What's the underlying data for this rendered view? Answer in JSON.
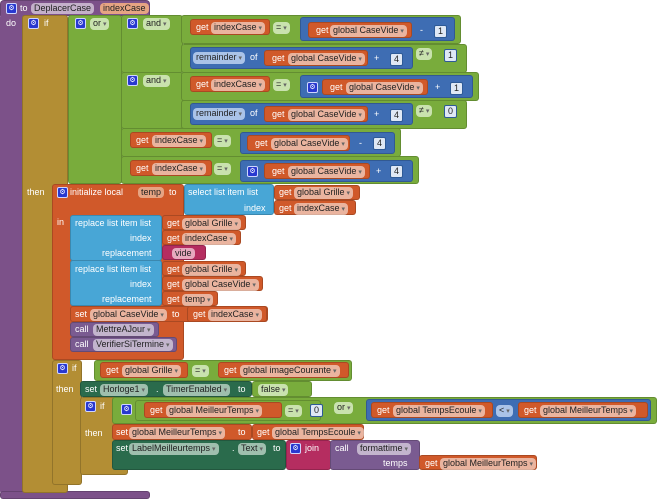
{
  "procedure": {
    "to_label": "to",
    "name": "DeplacerCase",
    "param": "indexCase",
    "do_label": "do"
  },
  "labels": {
    "if": "if",
    "then": "then",
    "or": "or",
    "and": "and",
    "get": "get",
    "set": "set",
    "to": "to",
    "of": "of",
    "in": "in",
    "call": "call",
    "index": "index",
    "replacement": "replacement",
    "join": "join",
    "temps": "temps",
    "dot": ".",
    "list": "list"
  },
  "condition": {
    "row1": {
      "var": "indexCase",
      "op": "=",
      "global": "global CaseVide",
      "math_op": "-",
      "num": "1"
    },
    "row2": {
      "func": "remainder",
      "global": "global CaseVide",
      "math_op": "+",
      "num": "4",
      "cmp": "≠",
      "cmp_num": "1"
    },
    "row3": {
      "var": "indexCase",
      "op": "=",
      "global": "global CaseVide",
      "math_op": "+",
      "num": "1"
    },
    "row4": {
      "func": "remainder",
      "global": "global CaseVide",
      "math_op": "+",
      "num": "4",
      "cmp": "≠",
      "cmp_num": "0"
    },
    "row5": {
      "var": "indexCase",
      "op": "=",
      "global": "global CaseVide",
      "math_op": "-",
      "num": "4"
    },
    "row6": {
      "var": "indexCase",
      "op": "=",
      "global": "global CaseVide",
      "math_op": "+",
      "num": "4"
    }
  },
  "init_local": {
    "label": "initialize local",
    "var": "temp",
    "select_label": "select list item  list",
    "list": "global Grille",
    "index": "indexCase"
  },
  "replace1": {
    "label": "replace list item  list",
    "list": "global Grille",
    "index": "indexCase",
    "replacement": "vide"
  },
  "replace2": {
    "label": "replace list item  list",
    "list": "global Grille",
    "index": "global CaseVide",
    "replacement": "temp"
  },
  "set_casevide": {
    "var": "global CaseVide",
    "value": "indexCase"
  },
  "calls": [
    "MettreAJour",
    "VerifierSiTermine"
  ],
  "if2": {
    "left": "global Grille",
    "op": "=",
    "right": "global imageCourante"
  },
  "set_timer": {
    "component": "Horloge1",
    "prop": "TimerEnabled",
    "value": "false"
  },
  "if3": {
    "left": "global MeilleurTemps",
    "op": "=",
    "num": "0",
    "or": "or",
    "cmp_left": "global TempsEcoule",
    "cmp": "<",
    "cmp_right": "global MeilleurTemps"
  },
  "set_best": {
    "var": "global MeilleurTemps",
    "value": "global TempsEcoule"
  },
  "set_label": {
    "component": "LabelMeilleurtemps",
    "prop": "Text",
    "func": "formattime",
    "arg": "global MeilleurTemps"
  }
}
